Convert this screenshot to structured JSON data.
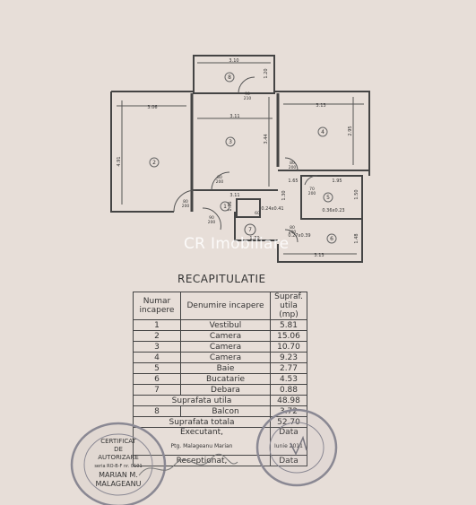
{
  "watermark": "CR Imobiliare",
  "title": "RECAPITULATIE",
  "table": {
    "headers": {
      "num": "Numar incapere",
      "name": "Denumire incapere",
      "area": "Supraf. utila (mp)"
    },
    "rows": [
      {
        "num": "1",
        "name": "Vestibul",
        "area": "5.81"
      },
      {
        "num": "2",
        "name": "Camera",
        "area": "15.06"
      },
      {
        "num": "3",
        "name": "Camera",
        "area": "10.70"
      },
      {
        "num": "4",
        "name": "Camera",
        "area": "9.23"
      },
      {
        "num": "5",
        "name": "Baie",
        "area": "2.77"
      },
      {
        "num": "6",
        "name": "Bucatarie",
        "area": "4.53"
      },
      {
        "num": "7",
        "name": "Debara",
        "area": "0.88"
      }
    ],
    "useful_label": "Suprafata utila",
    "useful_value": "48.98",
    "balcony": {
      "num": "8",
      "name": "Balcon",
      "area": "3.72"
    },
    "total_label": "Suprafata totala",
    "total_value": "52.70",
    "executant_label": "Executant,",
    "data_label": "Data",
    "executant_name": "Ptg. Malageanu Marian",
    "date_value": "Iunie 2011",
    "receptionat_label": "Receptionat,",
    "data_label_2": "Data"
  },
  "plan": {
    "rooms": [
      "1",
      "2",
      "3",
      "4",
      "5",
      "6",
      "7",
      "8"
    ],
    "dims": {
      "balcony_w": "3.10",
      "balcony_h": "1.20",
      "room2_w": "3.06",
      "room2_h": "4.91",
      "room3_w": "3.11",
      "room3_h": "3.44",
      "room4_w": "3.13",
      "room4_h": "2.95",
      "hall_w": "3.11",
      "hall_h": "1.36",
      "d165": "1.65",
      "d195": "1.95",
      "d150": "1.50",
      "d130": "1.30",
      "d170": "1.70",
      "room6_w": "3.13",
      "room6_h": "1.48",
      "dx1": "0.24x0.41",
      "dx2": "0.36x0.23",
      "dx3": "0.27x0.39"
    },
    "doors": {
      "d80": "80",
      "d90": "90",
      "d210": "210",
      "d200": "200",
      "d70": "70",
      "d60": "60"
    }
  },
  "stamp_left": {
    "lines": [
      "CERTIFICAT",
      "DE",
      "AUTORIZARE",
      "seria RO-B-F nr. 0101",
      "MARIAN M.",
      "MALAGEANU"
    ]
  }
}
